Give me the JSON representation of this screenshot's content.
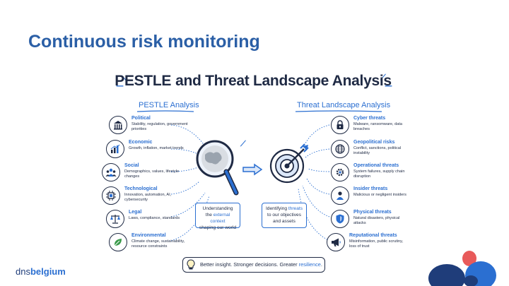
{
  "slide": {
    "title": "Continuous risk monitoring"
  },
  "infographic": {
    "title_part1": "PESTLE",
    "title_part2": "and Threat Landscape Analysis",
    "pestle_heading": "PESTLE Analysis",
    "threat_heading": "Threat Landscape Analysis",
    "pestle_items": [
      {
        "name": "Political",
        "desc": "Stability, regulation, government priorities",
        "icon": "capitol-icon"
      },
      {
        "name": "Economic",
        "desc": "Growth, inflation, market trends",
        "icon": "bar-chart-icon"
      },
      {
        "name": "Social",
        "desc": "Demographics, values, lifestyle changes",
        "icon": "people-icon"
      },
      {
        "name": "Technological",
        "desc": "Innovation, automation, AI, cybersecurity",
        "icon": "chip-icon"
      },
      {
        "name": "Legal",
        "desc": "Laws, compliance, standards",
        "icon": "scales-icon"
      },
      {
        "name": "Environmental",
        "desc": "Climate change, sustainability, resource constraints",
        "icon": "leaf-icon"
      }
    ],
    "threat_items": [
      {
        "name": "Cyber threats",
        "desc": "Malware, ransomware, data breaches",
        "icon": "lock-icon"
      },
      {
        "name": "Geopolitical risks",
        "desc": "Conflict, sanctions, political instability",
        "icon": "globe-icon"
      },
      {
        "name": "Operational threats",
        "desc": "System failures, supply chain disruption",
        "icon": "gear-icon"
      },
      {
        "name": "Insider threats",
        "desc": "Malicious or negligent insiders",
        "icon": "person-icon"
      },
      {
        "name": "Physical threats",
        "desc": "Natural disasters, physical attacks",
        "icon": "shield-icon"
      },
      {
        "name": "Reputational threats",
        "desc": "Misinformation, public scrutiny, loss of trust",
        "icon": "megaphone-icon"
      }
    ],
    "left_box": {
      "line1": "Understanding",
      "pre": "the ",
      "highlight": "external context",
      "line3": "shaping our world"
    },
    "right_box": {
      "pre": "Identifying ",
      "highlight": "threats",
      "line2": "to our objectives",
      "line3": "and assets"
    },
    "banner": {
      "text": "Better insight. Stronger decisions. Greater ",
      "highlight": "resilience",
      "end": "."
    }
  },
  "logo": {
    "part1": "dns",
    "part2": "belgium"
  },
  "colors": {
    "title_blue": "#2b5fa6",
    "accent_blue": "#2b6fd1",
    "ink": "#1f2a44",
    "blob_red": "#e85a5a",
    "blob_blue": "#2b6fd1",
    "blob_navy": "#1f3d7a"
  }
}
